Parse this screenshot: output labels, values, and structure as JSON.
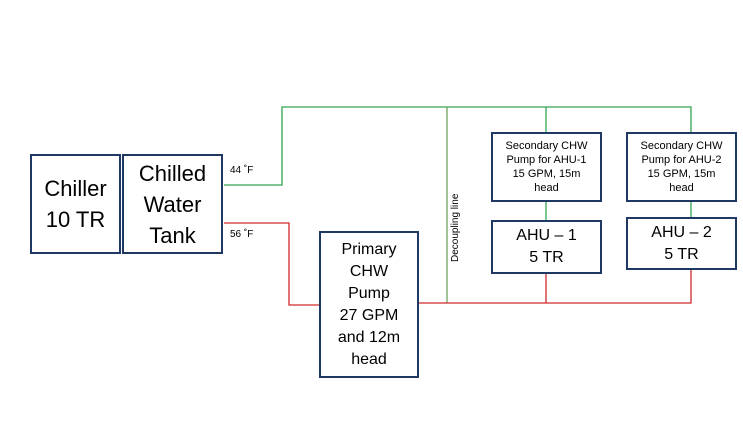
{
  "diagram": {
    "chiller": {
      "line1": "Chiller",
      "line2": "10 TR"
    },
    "tank": {
      "line1": "Chilled",
      "line2": "Water",
      "line3": "Tank"
    },
    "supply_temp": "44 ˚F",
    "return_temp": "56 ˚F",
    "primary_pump": {
      "lines": "Primary\nCHW\nPump\n27 GPM\nand 12m\nhead"
    },
    "decoupling_label": "Decoupling line",
    "sec_pump_1": {
      "lines": "Secondary CHW\nPump for AHU-1\n15 GPM, 15m\nhead"
    },
    "sec_pump_2": {
      "lines": "Secondary CHW\nPump for AHU-2\n15 GPM, 15m\nhead"
    },
    "ahu_1": {
      "line1": "AHU – 1",
      "line2": "5 TR"
    },
    "ahu_2": {
      "line1": "AHU – 2",
      "line2": "5 TR"
    },
    "colors": {
      "supply_line": "#33a352",
      "return_line": "#d12b2b",
      "decoupling_line": "#6fa45c",
      "box_border": "#1f3864"
    }
  }
}
